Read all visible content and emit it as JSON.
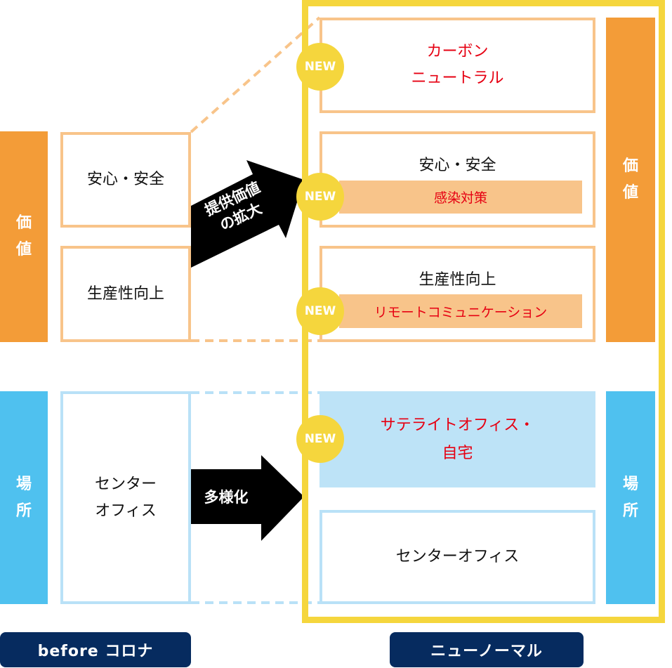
{
  "left": {
    "value_bar": [
      "価",
      "値"
    ],
    "place_bar": [
      "場",
      "所"
    ],
    "boxes": {
      "safety": "安心・安全",
      "productivity": "生産性向上",
      "office": [
        "センター",
        "オフィス"
      ]
    }
  },
  "arrows": {
    "value": [
      "提供価値",
      "の拡大"
    ],
    "place": "多様化"
  },
  "right": {
    "carbon": [
      "カーボン",
      "ニュートラル"
    ],
    "safety": "安心・安全",
    "infection": "感染対策",
    "productivity": "生産性向上",
    "remote": "リモートコミュニケーション",
    "satellite": [
      "サテライトオフィス・",
      "自宅"
    ],
    "office": "センターオフィス",
    "value_bar": [
      "価",
      "値"
    ],
    "place_bar": [
      "場",
      "所"
    ],
    "new_badge": "NEW"
  },
  "labels": {
    "before": "before コロナ",
    "after": "ニューノーマル"
  },
  "colors": {
    "orange": "#f39c38",
    "blue": "#4fc1ef",
    "yellow": "#f5d63d",
    "navy": "#062b5f",
    "red": "#e60012"
  }
}
